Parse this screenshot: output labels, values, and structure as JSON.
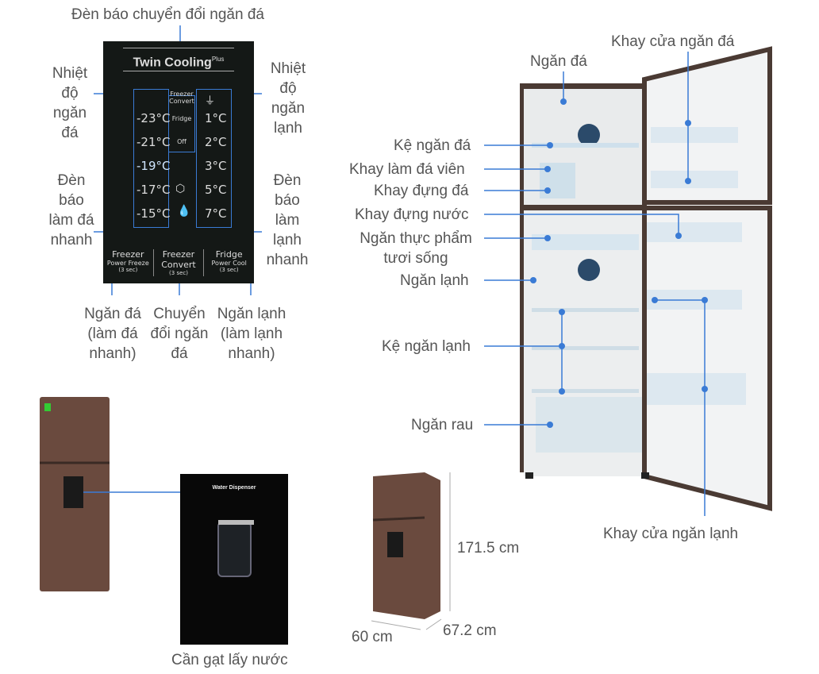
{
  "panel": {
    "brand": "Twin Cooling",
    "brand_sup": "Plus",
    "freezer_temps": [
      "-23°C",
      "-21°C",
      "-19°C",
      "-17°C",
      "-15°C"
    ],
    "fridge_temps": [
      "1°C",
      "2°C",
      "3°C",
      "5°C",
      "7°C"
    ],
    "convert_title": "Freezer Convert",
    "convert_opts": [
      "Fridge",
      "Off"
    ],
    "buttons": [
      {
        "title": "Freezer",
        "sub": "Power Freeze",
        "time": "(3 sec)"
      },
      {
        "title": "Freezer",
        "sub": "Convert",
        "time": "(3 sec)"
      },
      {
        "title": "Fridge",
        "sub": "Power Cool",
        "time": "(3 sec)"
      }
    ]
  },
  "panel_labels": {
    "convert_light": "Đèn báo chuyển đổi ngăn đá",
    "freezer_temp": "Nhiệt độ ngăn đá",
    "fridge_temp": "Nhiệt độ ngăn lạnh",
    "ice_light": "Đèn báo làm đá nhanh",
    "cool_light": "Đèn báo làm lạnh nhanh",
    "btn_freezer": "Ngăn đá (làm đá nhanh)",
    "btn_convert": "Chuyển đổi ngăn đá",
    "btn_fridge": "Ngăn lạnh (làm lạnh nhanh)"
  },
  "dispenser": {
    "title": "Water Dispenser",
    "caption": "Cần gạt lấy nước"
  },
  "dimensions": {
    "height": "171.5 cm",
    "width": "60 cm",
    "depth": "67.2 cm"
  },
  "fridge_labels": {
    "freezer_door_tray": "Khay cửa ngăn đá",
    "freezer": "Ngăn đá",
    "freezer_shelf": "Kệ ngăn đá",
    "ice_maker": "Khay làm đá viên",
    "ice_tray": "Khay đựng đá",
    "water_tank": "Khay đựng nước",
    "fresh_zone": "Ngăn thực phẩm tươi sống",
    "fridge": "Ngăn lạnh",
    "fridge_shelf": "Kệ ngăn lạnh",
    "crisper": "Ngăn rau",
    "fridge_door_tray": "Khay cửa ngăn lạnh"
  },
  "colors": {
    "line": "#3a7bd5",
    "panel": "#141816",
    "body": "#5a4038"
  }
}
